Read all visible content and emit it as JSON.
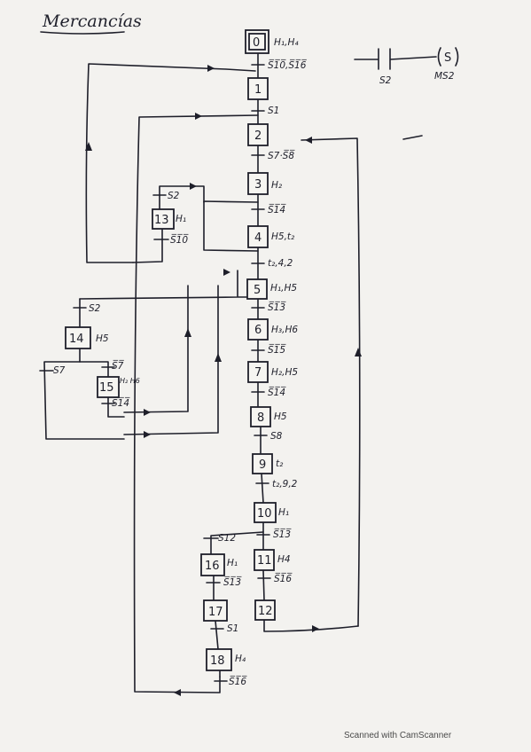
{
  "title": "Mercancías",
  "footer": "Scanned with CamScanner",
  "steps": {
    "s0": {
      "id": "0",
      "actions": "H₁,H₄"
    },
    "s1": {
      "id": "1",
      "actions": ""
    },
    "s2": {
      "id": "2",
      "actions": ""
    },
    "s3": {
      "id": "3",
      "actions": "H₂"
    },
    "s4": {
      "id": "4",
      "actions": "H5,t₂"
    },
    "s5": {
      "id": "5",
      "actions": "H₁,H5"
    },
    "s6": {
      "id": "6",
      "actions": "H₃,H6"
    },
    "s7": {
      "id": "7",
      "actions": "H₂,H5"
    },
    "s8": {
      "id": "8",
      "actions": "H5"
    },
    "s9": {
      "id": "9",
      "actions": "t₂"
    },
    "s10": {
      "id": "10",
      "actions": "H₁"
    },
    "s11": {
      "id": "11",
      "actions": "H4"
    },
    "s12": {
      "id": "12",
      "actions": ""
    },
    "s13": {
      "id": "13",
      "actions": "H₁"
    },
    "s14": {
      "id": "14",
      "actions": "H5"
    },
    "s15": {
      "id": "15",
      "actions": "H₂ H6"
    },
    "s16": {
      "id": "16",
      "actions": "H₁"
    },
    "s17": {
      "id": "17",
      "actions": ""
    },
    "s18": {
      "id": "18",
      "actions": "H₄"
    }
  },
  "transitions": {
    "t0_1": "S̅1̅0̅,S̅1̅6̅",
    "t1_2": "S1",
    "t2_3": "S7·S̅8̅",
    "t3_4": "S̅1̅4̅",
    "t4_5": "t₂,4,2",
    "t5_6": "S̅1̅3̅",
    "t6_7": "S̅1̅5̅",
    "t7_8": "S̅1̅4̅",
    "t8_9": "S8",
    "t9_10": "t₂,9,2",
    "t10_11": "S̅1̅3̅",
    "t11_12": "S̅1̅6̅",
    "t10_16": "S12",
    "t16_17": "S̅1̅3̅",
    "t17_18": "S1",
    "t18_end": "S̅1̅6̅",
    "t3_13": "S2",
    "t13_out": "S̅1̅0̅",
    "t5_14": "S2",
    "t14_s7": "S7",
    "t14_15": "S̅7̅",
    "t15_out": "S̅1̅4̅"
  },
  "ladder": {
    "contact": "S2",
    "coil": "S",
    "coil_label": "MS2"
  }
}
